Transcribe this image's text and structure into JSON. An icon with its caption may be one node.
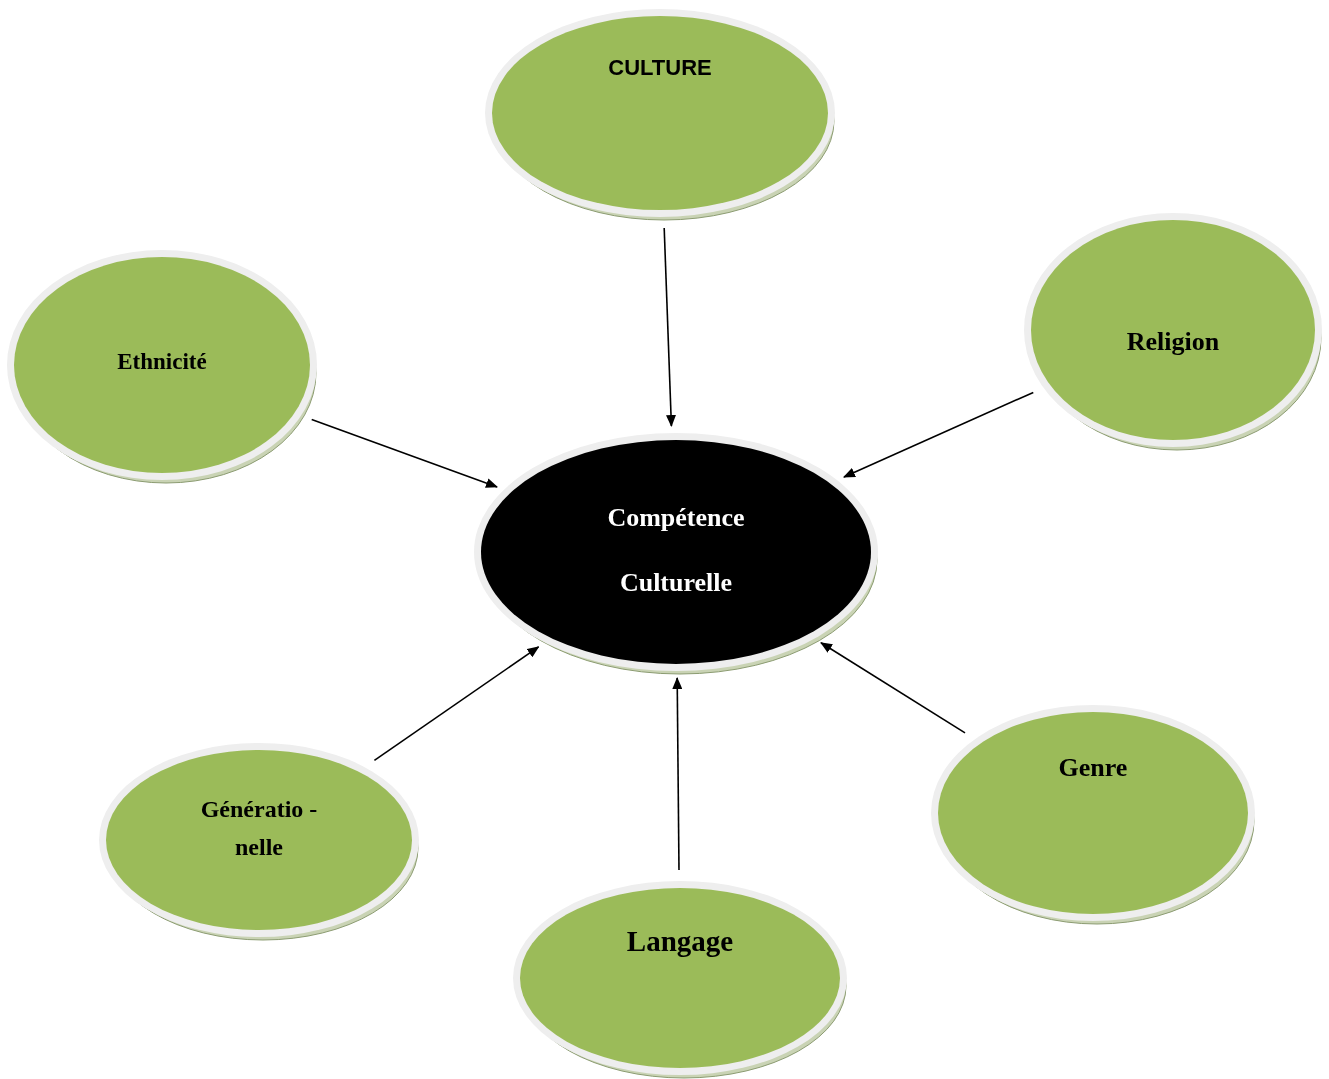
{
  "diagram": {
    "nodes": [
      {
        "text": [
          "CULTURE"
        ]
      },
      {
        "text": [
          "Ethnicité"
        ]
      },
      {
        "text": [
          "Religion"
        ]
      },
      {
        "text": [
          "Compétence Culturelle"
        ]
      },
      {
        "text": [
          "Genre"
        ]
      },
      {
        "text": [
          "Génératio - nelle"
        ]
      },
      {
        "text": [
          "Langage"
        ]
      }
    ],
    "edges": [
      {
        "from": 0,
        "to": 3,
        "arrow": "to"
      },
      {
        "from": 2,
        "to": 3,
        "arrow": "to"
      },
      {
        "from": 1,
        "to": 3,
        "arrow": "to"
      },
      {
        "from": 4,
        "to": 3,
        "arrow": "to"
      },
      {
        "from": 5,
        "to": 3,
        "arrow": "to"
      },
      {
        "from": 6,
        "to": 3,
        "arrow": "to"
      }
    ]
  }
}
